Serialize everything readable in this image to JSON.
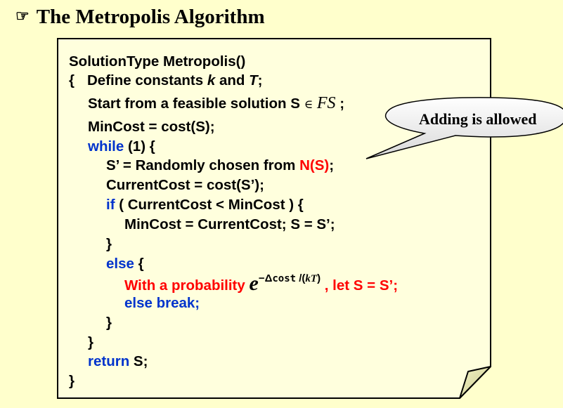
{
  "title": {
    "icon": "pointing-hand-icon",
    "text": "The Metropolis Algorithm"
  },
  "code": {
    "l1": "SolutionType Metropolis()",
    "l2_brace": "{",
    "l2_text": "Define constants ",
    "l2_k": "k",
    "l2_and": " and ",
    "l2_T": "T",
    "l2_end": ";",
    "l3_text": "Start from a feasible solution S ",
    "l3_elem": "∈",
    "l3_fs": "FS",
    "l3_end": " ;",
    "l4": "MinCost = cost(S);",
    "l5_kw": "while",
    "l5_rest": " (1) {",
    "l6_text": "S’ = Randomly chosen from ",
    "l6_red": "N(S)",
    "l6_end": ";",
    "l7": "CurrentCost = cost(S’);",
    "l8_kw": "if",
    "l8_rest": " ( CurrentCost < MinCost ) {",
    "l9": "MinCost = CurrentCost;    S = S’;",
    "l10": "}",
    "l11_kw": "else",
    "l11_rest": " {",
    "l12_text": "With a probability ",
    "l12_e": "e",
    "l12_sup_minus": "−Δ",
    "l12_sup_cost": "cost",
    "l12_sup_rest": " /(",
    "l12_sup_kT": "kT",
    "l12_sup_close": ")",
    "l12_end": " , let S = S’;",
    "l13": "else  break;",
    "l14": "}",
    "l15": "}",
    "l16_kw": "return",
    "l16_rest": " S;",
    "l17": "}"
  },
  "callout": {
    "text": "Adding is allowed"
  },
  "colors": {
    "background": "#ffffcc",
    "keyword": "#0033cc",
    "highlight": "#ff0000",
    "note": "#ffffdd"
  }
}
